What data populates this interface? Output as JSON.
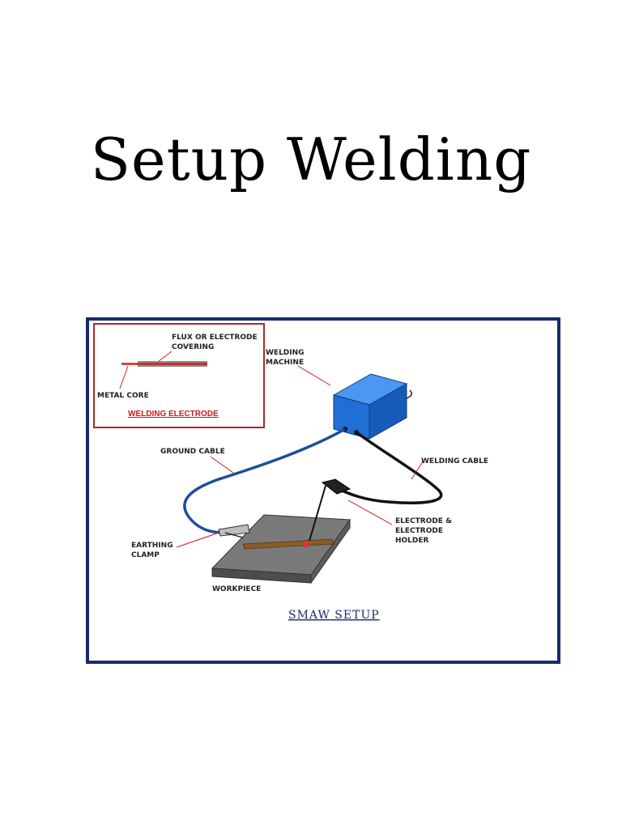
{
  "page": {
    "title": "Setup Welding"
  },
  "diagram": {
    "inset": {
      "flux_label_line1": "FLUX OR ELECTRODE",
      "flux_label_line2": "COVERING",
      "metal_core_label": "METAL CORE",
      "caption": "WELDING ELECTRODE"
    },
    "labels": {
      "welding_machine_line1": "WELDING",
      "welding_machine_line2": "MACHINE",
      "ground_cable": "GROUND CABLE",
      "welding_cable": "WELDING CABLE",
      "electrode_holder_line1": "ELECTRODE &",
      "electrode_holder_line2": "ELECTRODE",
      "electrode_holder_line3": "HOLDER",
      "earthing_clamp_line1": "EARTHING",
      "earthing_clamp_line2": "CLAMP",
      "workpiece": "WORKPIECE",
      "caption": "SMAW SETUP"
    },
    "colors": {
      "frame": "#1a2a6c",
      "machine": "#1f6fd6",
      "ground_cable": "#1d4f9a",
      "welding_cable": "#111111",
      "leader": "#cc1a1a",
      "plate": "#7a7a7a",
      "bead": "#8a5a2b"
    }
  }
}
